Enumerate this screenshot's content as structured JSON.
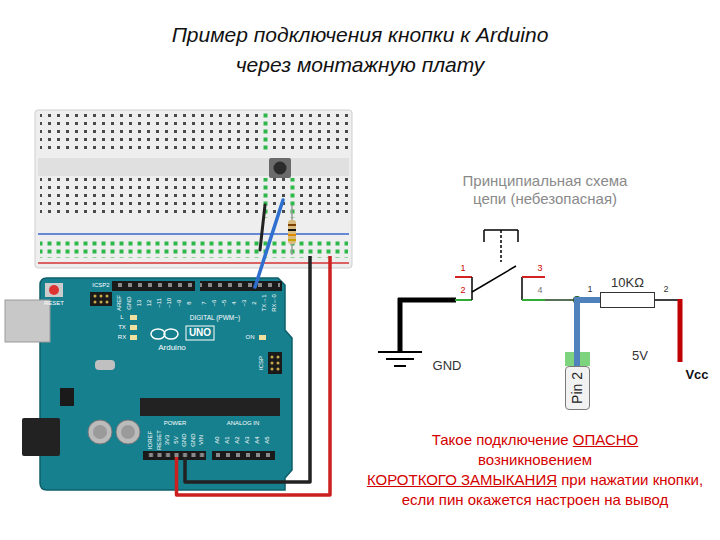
{
  "diagram": {
    "title": "Пример подключения кнопки к Arduino через монтажную плату",
    "nodes": [
      {
        "text": [
          "10KΩ"
        ]
      },
      {
        "text": [
          "Pin 2"
        ]
      }
    ],
    "edges": [
      {
        "from": 1,
        "to": 0,
        "arrow": "none"
      }
    ],
    "labels": [
      "Принципиальная схема цепи (небезопасная)",
      "1",
      "3",
      "2",
      "4",
      "1",
      "2",
      "GND",
      "5V",
      "Vcc",
      "RESET",
      "ICSP2",
      "AREF",
      "GND",
      "13",
      "12",
      "~11",
      "~10",
      "~9",
      "8",
      "7",
      "~6",
      "~5",
      "4",
      "~3",
      "2",
      "TX→1",
      "RX←0",
      "DIGITAL (PWM~)",
      "L",
      "TX",
      "RX",
      "UNO",
      "Arduino",
      "ON",
      "ICSP",
      "POWER",
      "ANALOG IN",
      "IOREF",
      "RESET",
      "3V3",
      "5V",
      "GND",
      "GND",
      "VIN",
      "A0",
      "A1",
      "A2",
      "A3",
      "A4",
      "A5",
      "Такое подключение",
      "ОПАСНО",
      "возникновением",
      "КОРОТКОГО ЗАМЫКАНИЯ",
      "при нажатии кнопки,",
      "если пин окажется настроен на вывод"
    ]
  }
}
